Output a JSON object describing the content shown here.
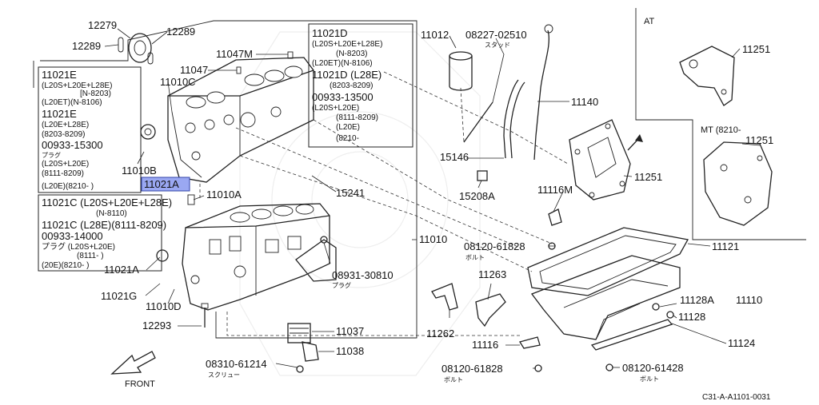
{
  "diagram": {
    "parts": {
      "p12279": "12279",
      "p12289a": "12289",
      "p12289b": "12289",
      "p11047": "11047",
      "p11047m": "11047M",
      "p11010c": "11010C",
      "p11010b": "11010B",
      "p11021a_hl": "11021A",
      "p11010a": "11010A",
      "p15241": "15241",
      "p11012": "11012",
      "p08227": "08227-02510",
      "p11140": "11140",
      "p15146": "15146",
      "p15208a": "15208A",
      "p11116m": "11116M",
      "p11010": "11010",
      "p08120a": "08120-61828",
      "p11121": "11121",
      "p08931": "08931-30810",
      "p11021a": "11021A",
      "p11021g": "11021G",
      "p11010d": "11010D",
      "p12293": "12293",
      "p11263": "11263",
      "p11262": "11262",
      "p11037": "11037",
      "p11038": "11038",
      "p11116": "11116",
      "p08310": "08310-61214",
      "p08120b": "08120-61828",
      "p11128a": "11128A",
      "p11110": "11110",
      "p11128": "11128",
      "p11124": "11124",
      "p08120c": "08120-61428",
      "p11251a": "11251",
      "p11251b": "11251",
      "p11251c": "11251"
    },
    "jp": {
      "stud": "スタッド",
      "bolt1": "ボルト",
      "plug1": "プラグ",
      "screw": "スクリュー",
      "bolt2": "ボルト",
      "bolt3": "ボルト"
    },
    "notes": {
      "left": {
        "l1": "11021E",
        "l2": "(L20S+L20E+L28E)",
        "l3": "[N-8203)",
        "l4": "(L20ET)(N-8106)",
        "l5": "11021E",
        "l6": "(L20E+L28E)",
        "l7": "(8203-8209)",
        "l8": "00933-15300",
        "l9": "プラグ",
        "l10": "(L20S+L20E)",
        "l11": "(8111-8209)",
        "l12": "(L20E)(8210-  )"
      },
      "top": {
        "l1": "11021D",
        "l2": "(L20S+L20E+L28E)",
        "l3": "(N-8203)",
        "l4": "(L20ET)(N-8106)",
        "l5": "11021D  (L28E)",
        "l6": "(8203-8209)",
        "l7": "00933-13500",
        "l8": "(L20S+L20E)",
        "l9": "(8111-8209)",
        "l10": "(L20E)",
        "l11": "(8210-"
      },
      "mid": {
        "l1": "11021C (L20S+L20E+L28E)",
        "l2": "(N-8110)",
        "l3": "11021C  (L28E)(8111-8209)",
        "l4": "00933-14000",
        "l5": "プラグ   (L20S+L20E)",
        "l6": "(8111-    )",
        "l7": "(20E)(8210-  )"
      }
    },
    "at_label": "AT",
    "mt_label": "MT (8210-",
    "front": "FRONT",
    "code": "C31-A-A1101-0031"
  },
  "colors": {
    "highlight": "#9aa8f2",
    "line": "#222222"
  }
}
